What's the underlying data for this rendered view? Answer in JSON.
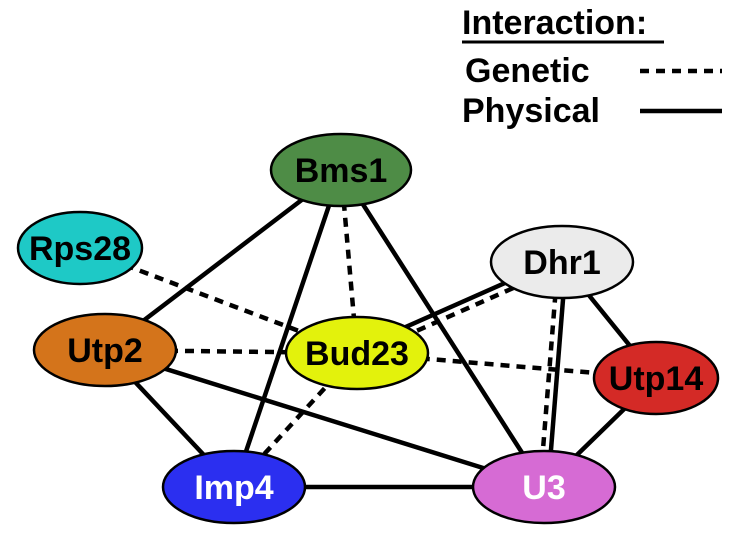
{
  "legend": {
    "title": "Interaction",
    "title_suffix": ":",
    "genetic_label": "Genetic",
    "physical_label": "Physical"
  },
  "nodes": [
    {
      "id": "bms1",
      "label": "Bms1",
      "color": "#4e8c46",
      "text_color": "#000000"
    },
    {
      "id": "rps28",
      "label": "Rps28",
      "color": "#1ec9c6",
      "text_color": "#000000"
    },
    {
      "id": "dhr1",
      "label": "Dhr1",
      "color": "#ebebeb",
      "text_color": "#000000"
    },
    {
      "id": "utp2",
      "label": "Utp2",
      "color": "#d4741b",
      "text_color": "#000000"
    },
    {
      "id": "bud23",
      "label": "Bud23",
      "color": "#e3f20c",
      "text_color": "#000000"
    },
    {
      "id": "utp14",
      "label": "Utp14",
      "color": "#d42a26",
      "text_color": "#000000"
    },
    {
      "id": "imp4",
      "label": "Imp4",
      "color": "#2b2ff0",
      "text_color": "#ffffff"
    },
    {
      "id": "u3",
      "label": "U3",
      "color": "#d66bd4",
      "text_color": "#ffffff"
    }
  ],
  "edges": [
    {
      "from": "bms1",
      "to": "utp2",
      "type": "physical"
    },
    {
      "from": "bms1",
      "to": "imp4",
      "type": "physical"
    },
    {
      "from": "bms1",
      "to": "u3",
      "type": "physical"
    },
    {
      "from": "bms1",
      "to": "bud23",
      "type": "genetic"
    },
    {
      "from": "rps28",
      "to": "bud23",
      "type": "genetic"
    },
    {
      "from": "utp2",
      "to": "bud23",
      "type": "genetic"
    },
    {
      "from": "utp2",
      "to": "imp4",
      "type": "physical"
    },
    {
      "from": "utp2",
      "to": "u3",
      "type": "physical"
    },
    {
      "from": "bud23",
      "to": "imp4",
      "type": "genetic"
    },
    {
      "from": "bud23",
      "to": "utp14",
      "type": "genetic"
    },
    {
      "from": "bud23",
      "to": "dhr1",
      "type": "physical"
    },
    {
      "from": "bud23",
      "to": "dhr1",
      "type": "genetic"
    },
    {
      "from": "dhr1",
      "to": "u3",
      "type": "physical"
    },
    {
      "from": "dhr1",
      "to": "u3",
      "type": "genetic"
    },
    {
      "from": "dhr1",
      "to": "utp14",
      "type": "physical"
    },
    {
      "from": "utp14",
      "to": "u3",
      "type": "physical"
    },
    {
      "from": "imp4",
      "to": "u3",
      "type": "physical"
    }
  ]
}
